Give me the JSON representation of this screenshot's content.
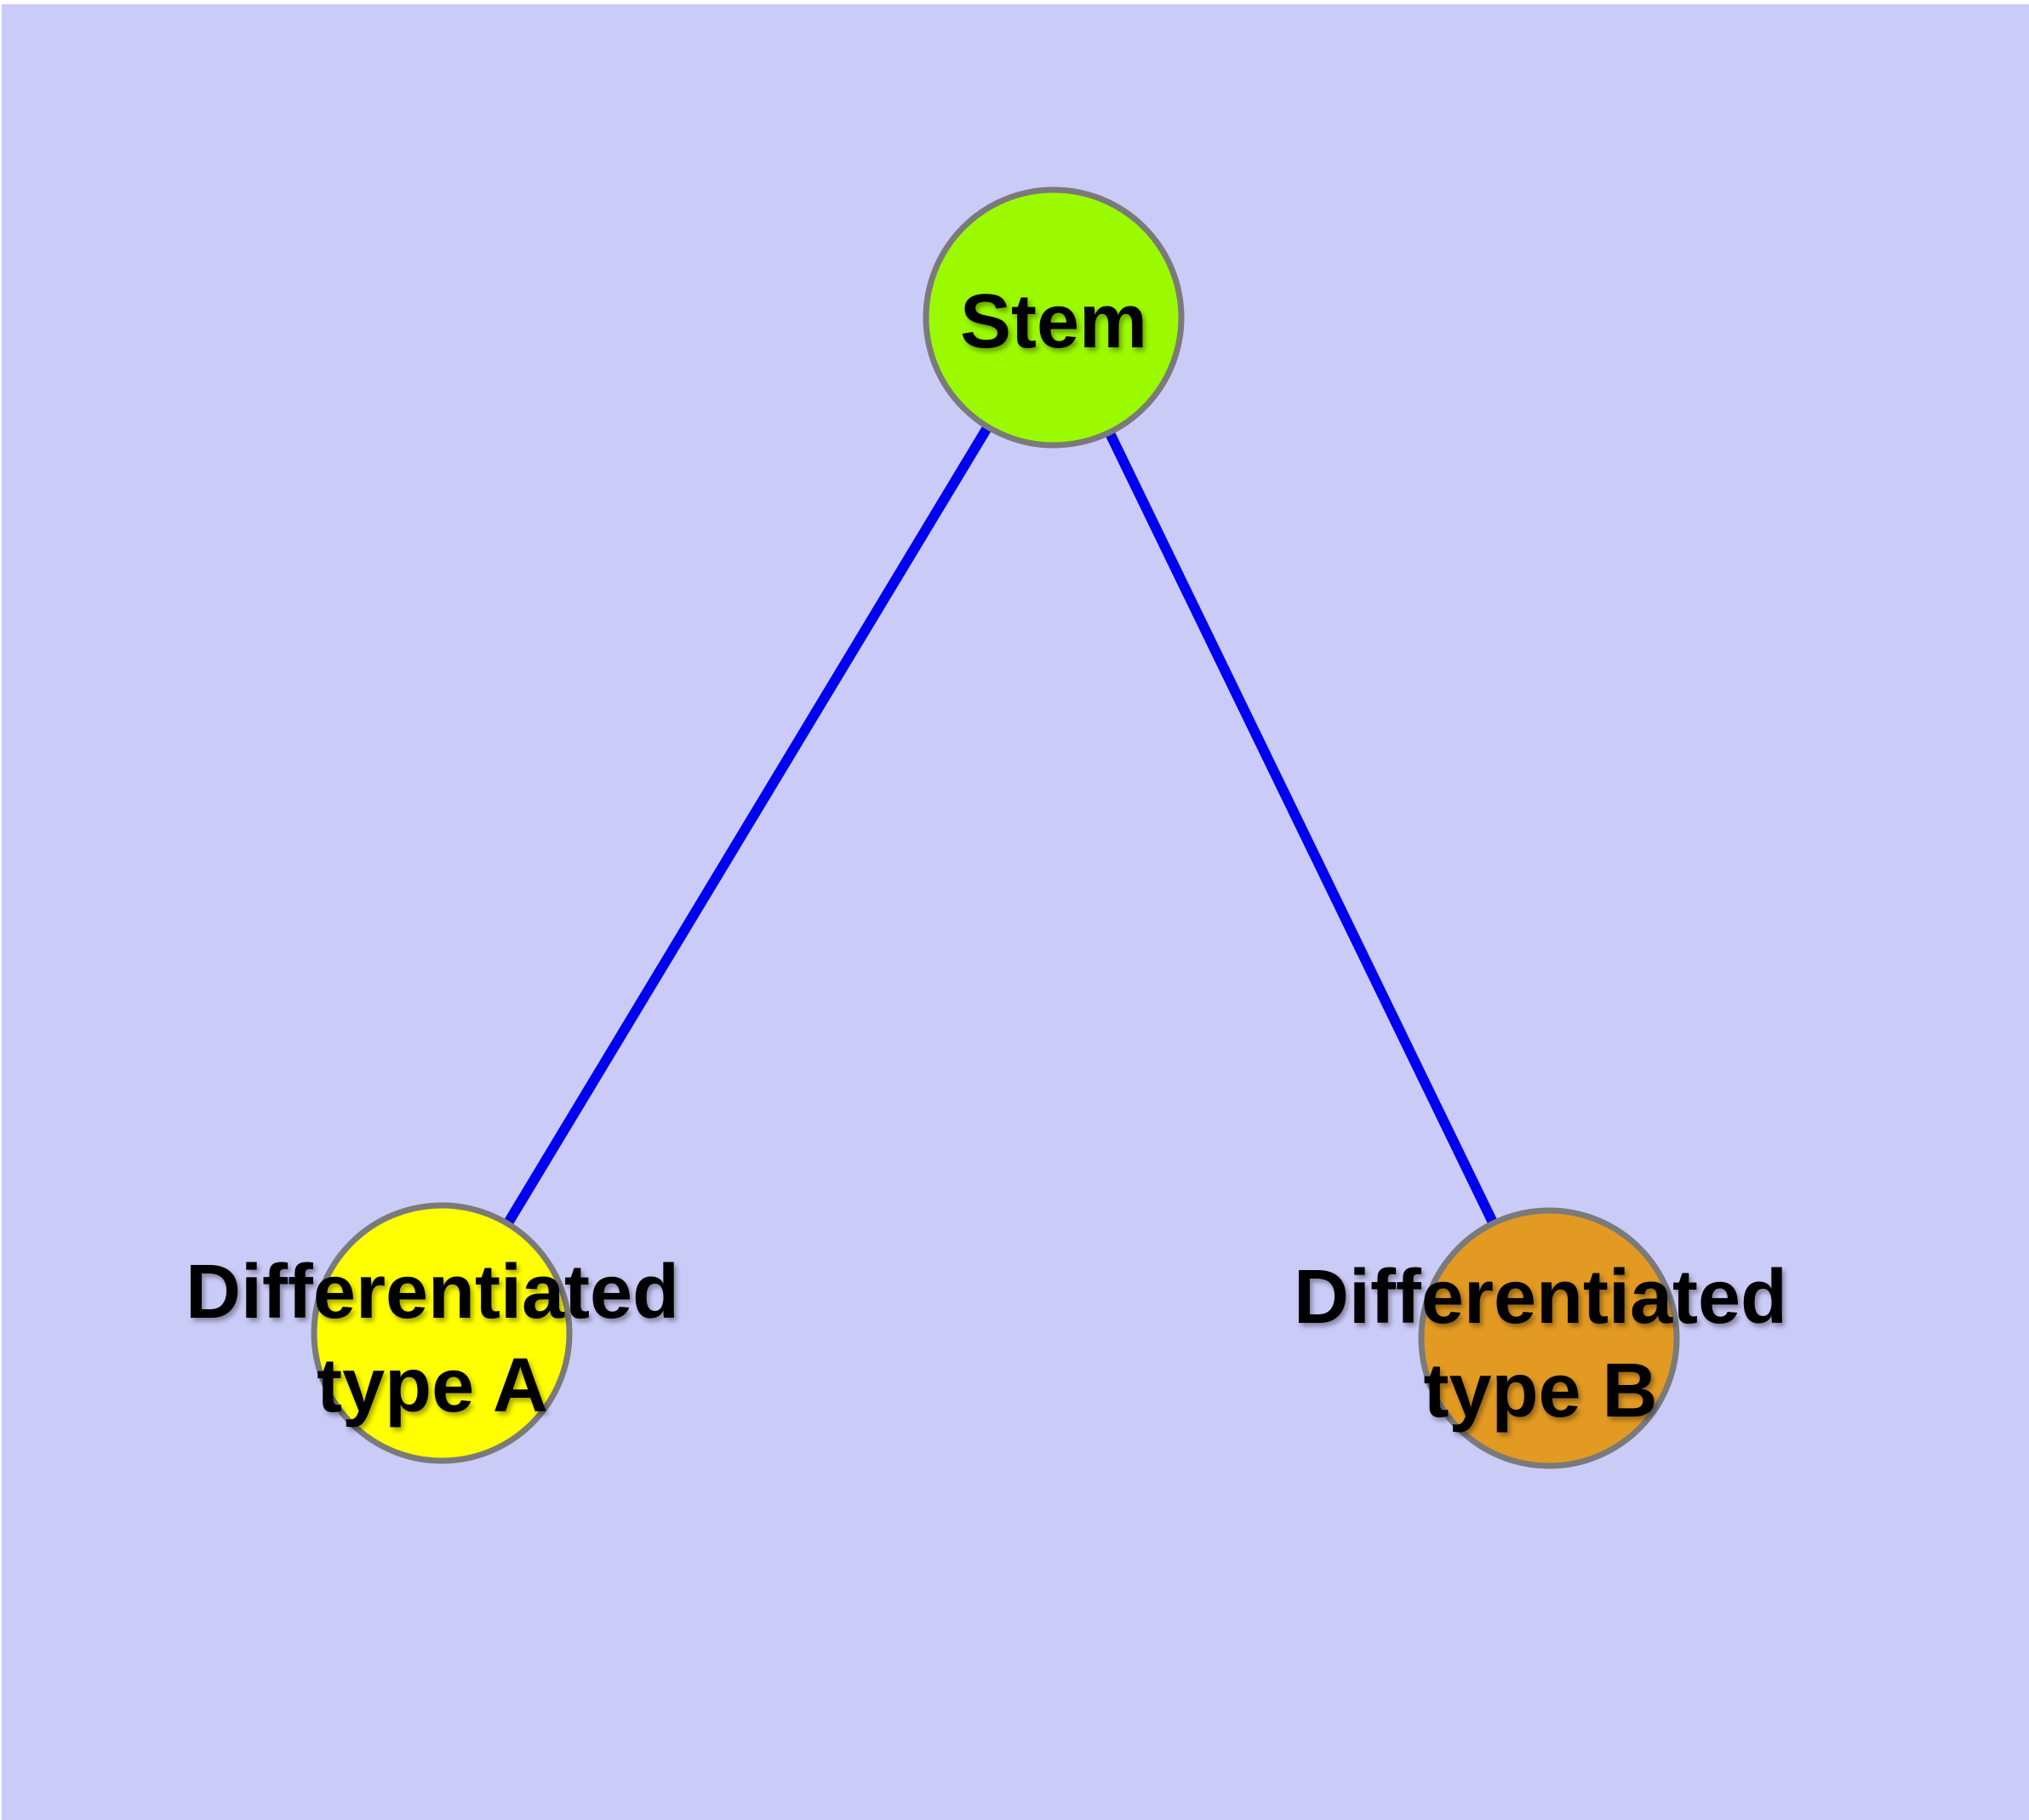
{
  "diagram": {
    "background_color": "#cbcbf8",
    "edge_color": "#0000f0",
    "node_border_color": "#7a7a7a",
    "text_color": "#000000",
    "nodes": {
      "stem": {
        "label": "Stem",
        "fill_color": "#9bfa00"
      },
      "type_a": {
        "label": "Differentiated type A",
        "label_line1": "Differentiated",
        "label_line2": "type A",
        "fill_color": "#ffff00"
      },
      "type_b": {
        "label": "Differentiated type B",
        "label_line1": "Differentiated",
        "label_line2": "type B",
        "fill_color": "#e29a22"
      }
    },
    "edges": [
      {
        "from": "Stem",
        "to": "Differentiated type A"
      },
      {
        "from": "Stem",
        "to": "Differentiated type B"
      }
    ]
  }
}
